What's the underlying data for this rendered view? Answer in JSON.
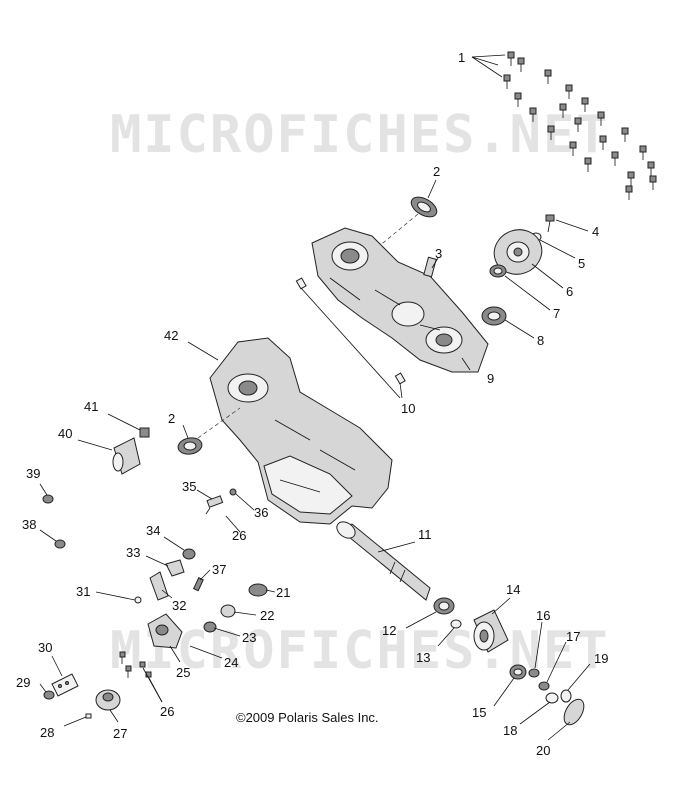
{
  "watermark": "MICROFICHES.NET",
  "copyright": "©2009 Polaris Sales Inc.",
  "callouts": [
    "1",
    "2",
    "3",
    "4",
    "5",
    "6",
    "7",
    "8",
    "9",
    "10",
    "11",
    "12",
    "13",
    "14",
    "15",
    "16",
    "17",
    "18",
    "19",
    "20",
    "21",
    "22",
    "23",
    "24",
    "25",
    "26",
    "27",
    "28",
    "29",
    "30",
    "31",
    "32",
    "33",
    "34",
    "35",
    "36",
    "37",
    "38",
    "39",
    "40",
    "41",
    "42"
  ]
}
